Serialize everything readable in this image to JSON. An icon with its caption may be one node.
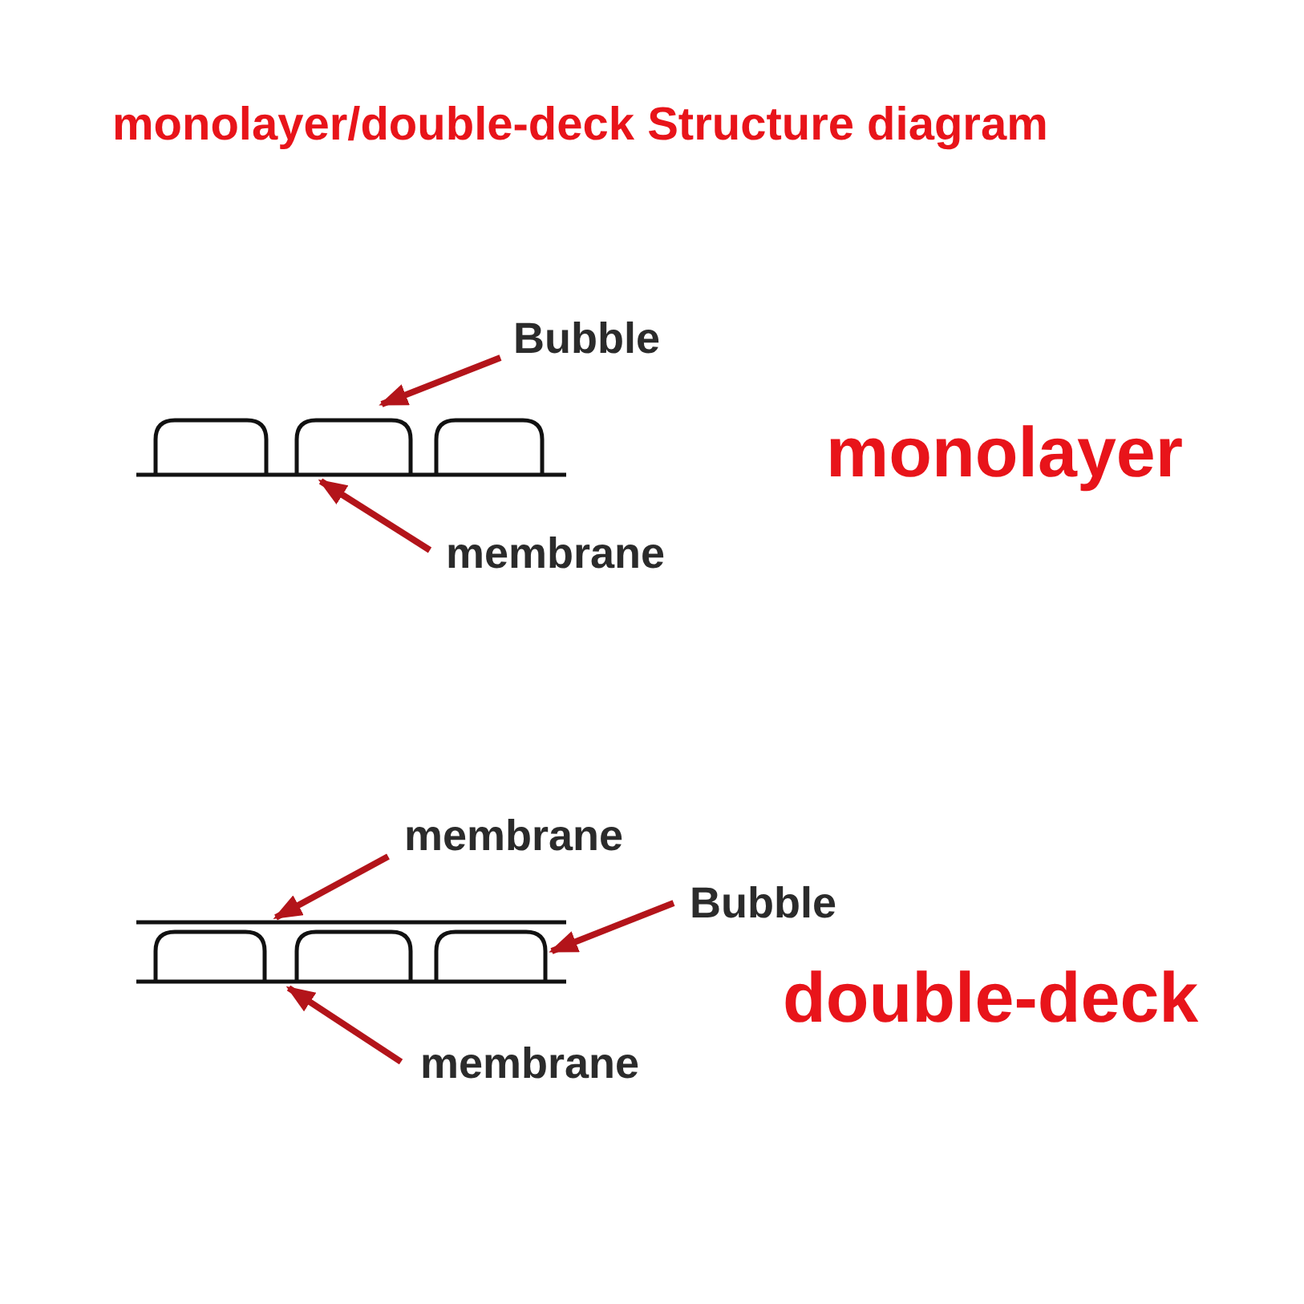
{
  "diagram": {
    "title": "monolayer/double-deck Structure diagram",
    "nodes": [
      {
        "text": [
          "Bubble"
        ]
      },
      {
        "text": [
          "membrane"
        ]
      },
      {
        "text": [],
        "shape": "arch"
      },
      {
        "text": [],
        "shape": "line"
      },
      {
        "text": [
          "membrane"
        ]
      },
      {
        "text": [
          "Bubble"
        ]
      },
      {
        "text": [
          "membrane"
        ]
      },
      {
        "text": [],
        "shape": "line"
      },
      {
        "text": [],
        "shape": "arch"
      },
      {
        "text": [],
        "shape": "line"
      }
    ],
    "edges": [
      {
        "from": 0,
        "to": 2,
        "arrow": "to"
      },
      {
        "from": 1,
        "to": 3,
        "arrow": "to"
      },
      {
        "from": 4,
        "to": 7,
        "arrow": "to"
      },
      {
        "from": 5,
        "to": 8,
        "arrow": "to"
      },
      {
        "from": 6,
        "to": 9,
        "arrow": "to"
      }
    ],
    "labels": [
      "monolayer",
      "double-deck"
    ]
  }
}
